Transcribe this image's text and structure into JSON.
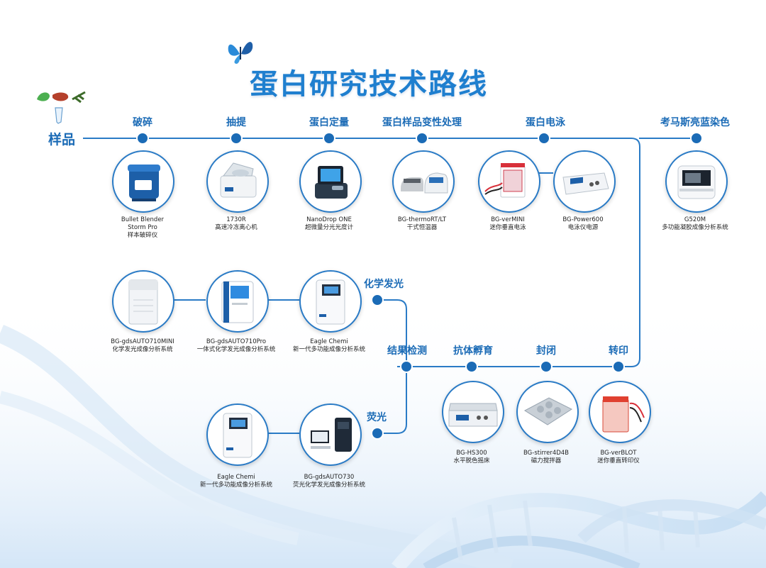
{
  "title": "蛋白研究技术路线",
  "sample_label": "样品",
  "stages": {
    "crush": "破碎",
    "extract": "抽提",
    "quant": "蛋白定量",
    "denature": "蛋白样品变性处理",
    "electrophoresis": "蛋白电泳",
    "coomassie": "考马斯亮蓝染色",
    "chemi": "化学发光",
    "detection": "结果检测",
    "antibody": "抗体孵育",
    "blocking": "封闭",
    "transfer": "转印",
    "fluorescence": "荧光"
  },
  "instruments": {
    "bullet_blender": [
      "Bullet Blender",
      "Storm Pro",
      "样本破碎仪"
    ],
    "centrifuge": [
      "1730R",
      "高速冷冻离心机"
    ],
    "nanodrop": [
      "NanoDrop ONE",
      "超微量分光光度计"
    ],
    "thermort": [
      "BG-thermoRT/LT",
      "干式恒温器"
    ],
    "vermini": [
      "BG-verMINI",
      "迷你垂直电泳"
    ],
    "power600": [
      "BG-Power600",
      "电泳仪电源"
    ],
    "g520m": [
      "G520M",
      "多功能凝胶成像分析系统"
    ],
    "gds710mini": [
      "BG-gdsAUTO710MINI",
      "化学发光成像分析系统"
    ],
    "gds710pro": [
      "BG-gdsAUTO710Pro",
      "一体式化学发光成像分析系统"
    ],
    "eagle_chemi_1": [
      "Eagle Chemi",
      "新一代多功能成像分析系统"
    ],
    "hs300": [
      "BG-HS300",
      "水平脱色摇床"
    ],
    "stirrer": [
      "BG-stirrer4D4B",
      "磁力搅拌器"
    ],
    "verblot": [
      "BG-verBLOT",
      "迷你垂直转印仪"
    ],
    "eagle_chemi_2": [
      "Eagle Chemi",
      "新一代多功能成像分析系统"
    ],
    "gds730": [
      "BG-gdsAUTO730",
      "荧光化学发光成像分析系统"
    ]
  },
  "colors": {
    "accent": "#1f7fcf",
    "line": "#2a7bc6",
    "node": "#1b6bb6"
  }
}
